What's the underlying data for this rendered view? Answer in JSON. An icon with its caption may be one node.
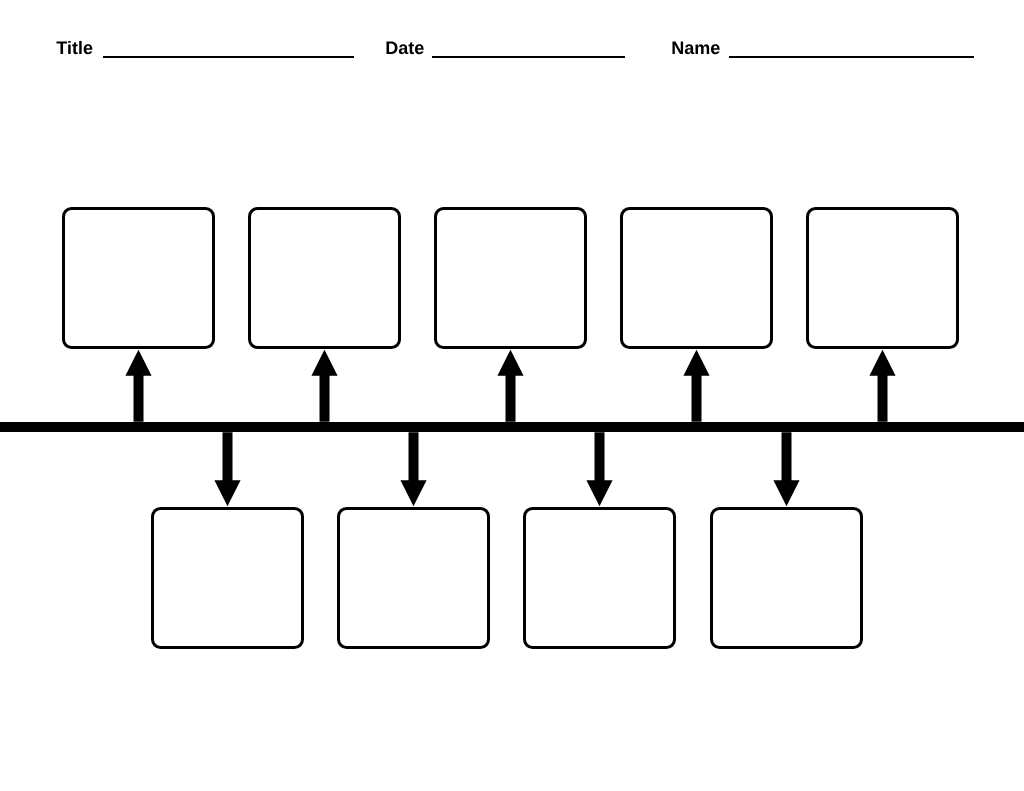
{
  "diagram": {
    "nodes": [
      {
        "text": [],
        "shape": "box"
      },
      {
        "text": [],
        "shape": "box"
      },
      {
        "text": [],
        "shape": "box"
      },
      {
        "text": [],
        "shape": "box"
      },
      {
        "text": [],
        "shape": "box"
      },
      {
        "text": [],
        "shape": "bar"
      },
      {
        "text": [],
        "shape": "box"
      },
      {
        "text": [],
        "shape": "box"
      },
      {
        "text": [],
        "shape": "box"
      },
      {
        "text": [],
        "shape": "box"
      }
    ],
    "edges": [
      {
        "from": 5,
        "to": 0,
        "arrow": "to"
      },
      {
        "from": 5,
        "to": 1,
        "arrow": "to"
      },
      {
        "from": 5,
        "to": 2,
        "arrow": "to"
      },
      {
        "from": 5,
        "to": 3,
        "arrow": "to"
      },
      {
        "from": 5,
        "to": 4,
        "arrow": "to"
      },
      {
        "from": 5,
        "to": 6,
        "arrow": "to"
      },
      {
        "from": 5,
        "to": 7,
        "arrow": "to"
      },
      {
        "from": 5,
        "to": 8,
        "arrow": "to"
      },
      {
        "from": 5,
        "to": 9,
        "arrow": "to"
      }
    ],
    "labels": [
      "Title",
      "Date",
      "Name"
    ]
  }
}
